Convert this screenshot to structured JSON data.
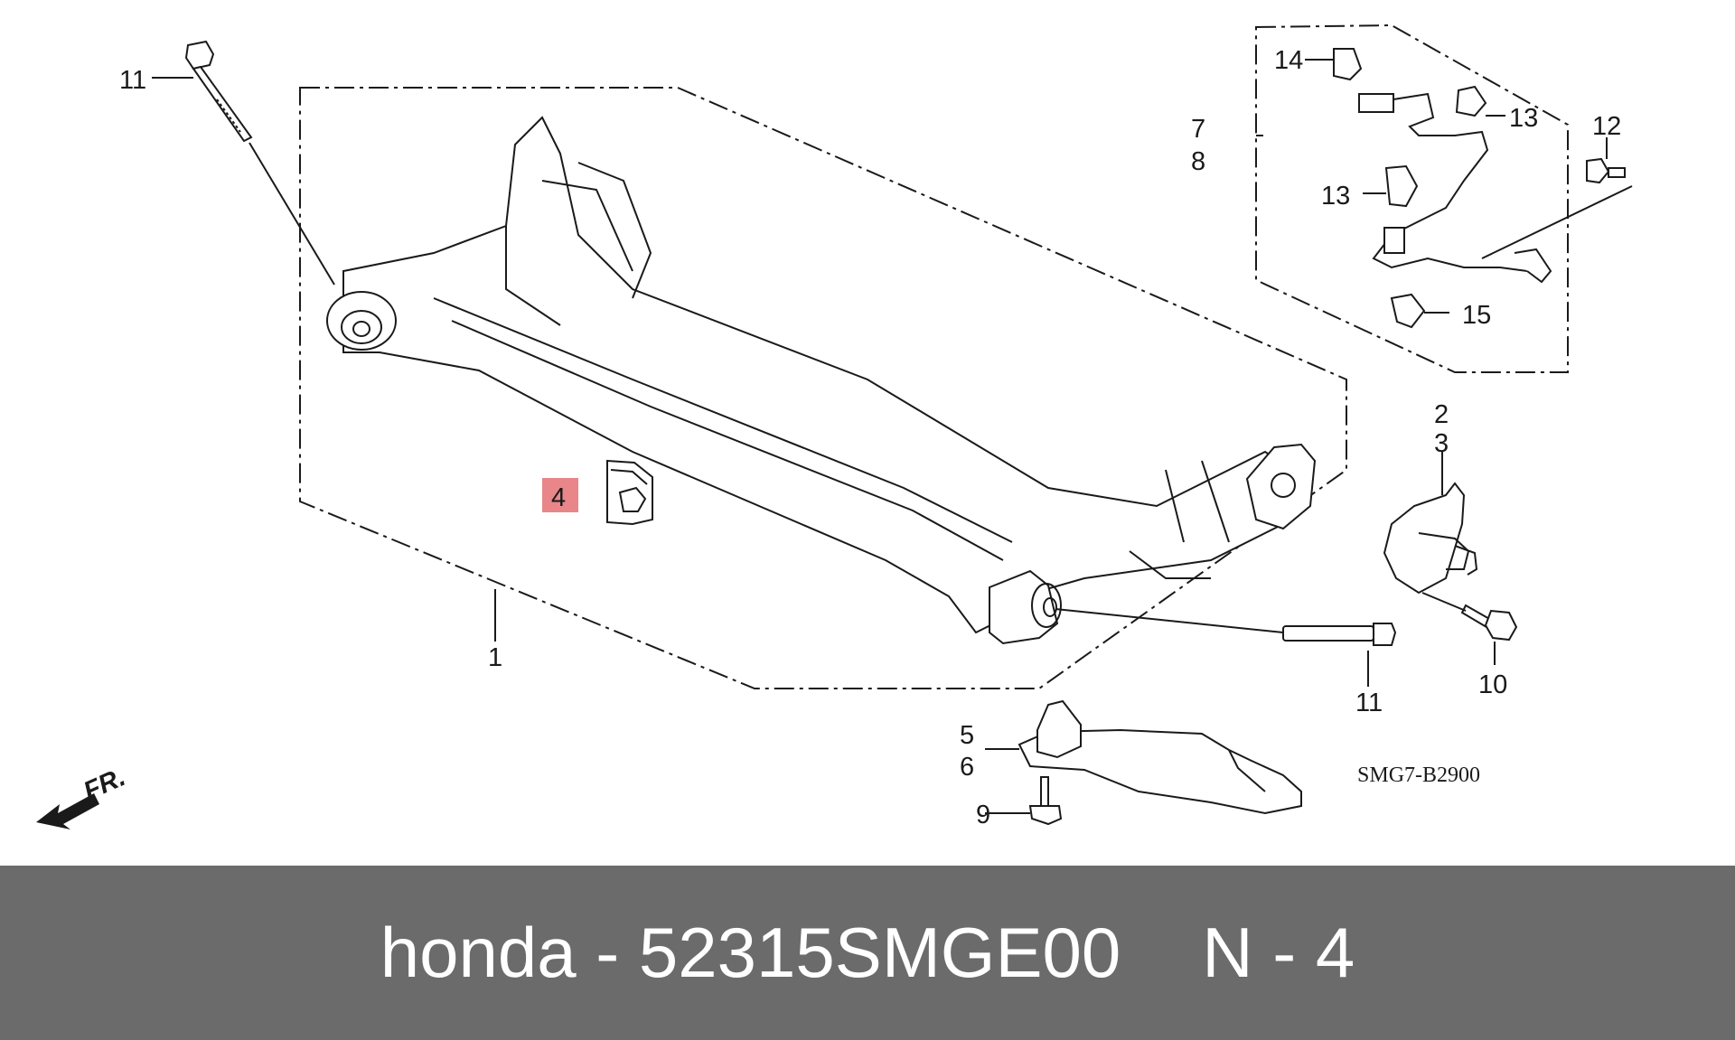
{
  "colors": {
    "highlight": "#e8868a",
    "footer_bg": "#6b6b6b",
    "footer_text": "#ffffff",
    "line": "#1a1a1a"
  },
  "diagram": {
    "callouts": {
      "c1": "1",
      "c2": "2",
      "c3": "3",
      "c4": "4",
      "c5": "5",
      "c6": "6",
      "c7": "7",
      "c8": "8",
      "c9": "9",
      "c10": "10",
      "c11_top": "11",
      "c11_bottom": "11",
      "c12": "12",
      "c13_a": "13",
      "c13_b": "13",
      "c14": "14",
      "c15": "15"
    },
    "diagram_code": "SMG7-B2900",
    "front_marker": "FR.",
    "highlighted_part": "4"
  },
  "footer": {
    "brand_part": "honda - 52315SMGE00",
    "position": "N - 4"
  }
}
